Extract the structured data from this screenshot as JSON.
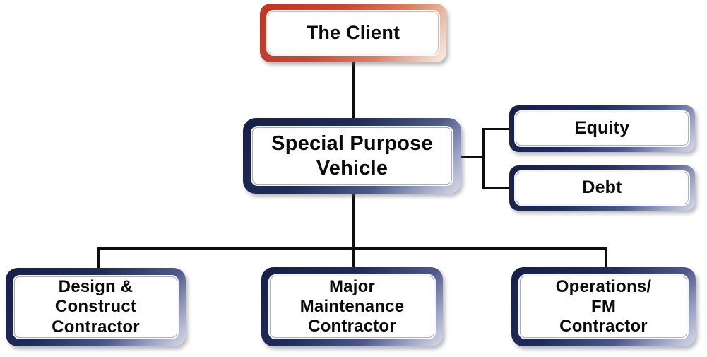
{
  "diagram": {
    "type": "org-structure-flowchart",
    "nodes": {
      "client": {
        "label": "The Client"
      },
      "spv": {
        "label": "Special Purpose\nVehicle"
      },
      "equity": {
        "label": "Equity"
      },
      "debt": {
        "label": "Debt"
      },
      "design_construct": {
        "label": "Design &\nConstruct\nContractor"
      },
      "major_maintenance": {
        "label": "Major\nMaintenance\nContractor"
      },
      "operations_fm": {
        "label": "Operations/\nFM\nContractor"
      }
    },
    "edges": [
      {
        "from": "client",
        "to": "spv"
      },
      {
        "from": "spv",
        "to": "equity"
      },
      {
        "from": "spv",
        "to": "debt"
      },
      {
        "from": "spv",
        "to": "design_construct"
      },
      {
        "from": "spv",
        "to": "major_maintenance"
      },
      {
        "from": "spv",
        "to": "operations_fm"
      }
    ],
    "colors": {
      "client_border_dark": "#bd3524",
      "client_border_light": "#fbf0e9",
      "navy_border_dark": "#161f45",
      "navy_border_light": "#d9dce9",
      "box_fill": "#ffffff",
      "text": "#0a0a0a",
      "connector": "#0d0d0d",
      "background": "#ffffff"
    }
  }
}
